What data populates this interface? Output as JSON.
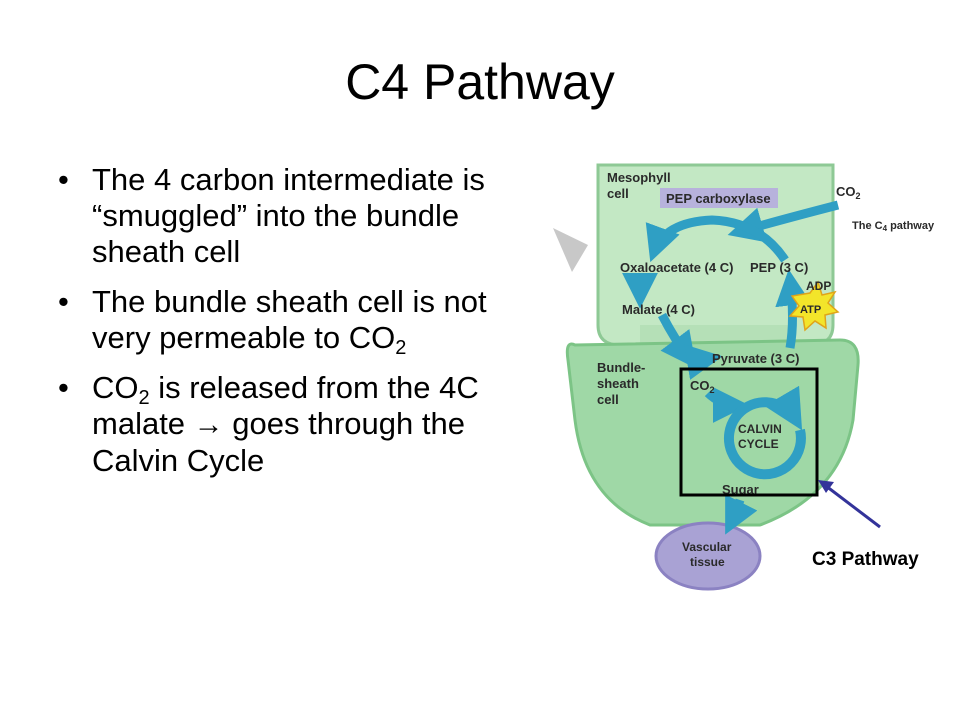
{
  "title": "C4 Pathway",
  "bullets": [
    {
      "text": "The 4 carbon intermediate is “smuggled” into the bundle sheath cell"
    },
    {
      "pre": "The bundle sheath cell is not very permeable to CO",
      "sub": "2"
    },
    {
      "pre": "CO",
      "sub": "2",
      "post": " is released from the 4C malate ",
      "arrow": "→",
      "post2": " goes through the Calvin Cycle"
    }
  ],
  "diagram": {
    "mesophyll_label": "Mesophyll cell",
    "pep_carboxylase": "PEP carboxylase",
    "co2_in": "CO2",
    "c4_pathway_label": "The C4 pathway",
    "oxaloacetate": "Oxaloacetate (4 C)",
    "pep": "PEP (3 C)",
    "adp": "ADP",
    "atp": "ATP",
    "malate": "Malate (4 C)",
    "pyruvate": "Pyruvate (3 C)",
    "bundle_sheath_label": "Bundle-sheath cell",
    "co2_released": "CO2",
    "calvin_cycle": "CALVIN CYCLE",
    "sugar": "Sugar",
    "vascular_tissue": "Vascular tissue"
  },
  "c3_label": "C3 Pathway",
  "colors": {
    "cell_green": "#9fd8a6",
    "cell_green_light": "#c3e8c4",
    "arrow_blue": "#2f9fc4",
    "pep_box": "#b7b2dc",
    "vascular": "#a9a2d4",
    "c3_arrow": "#33339a",
    "atp_yellow": "#f3e52a"
  }
}
